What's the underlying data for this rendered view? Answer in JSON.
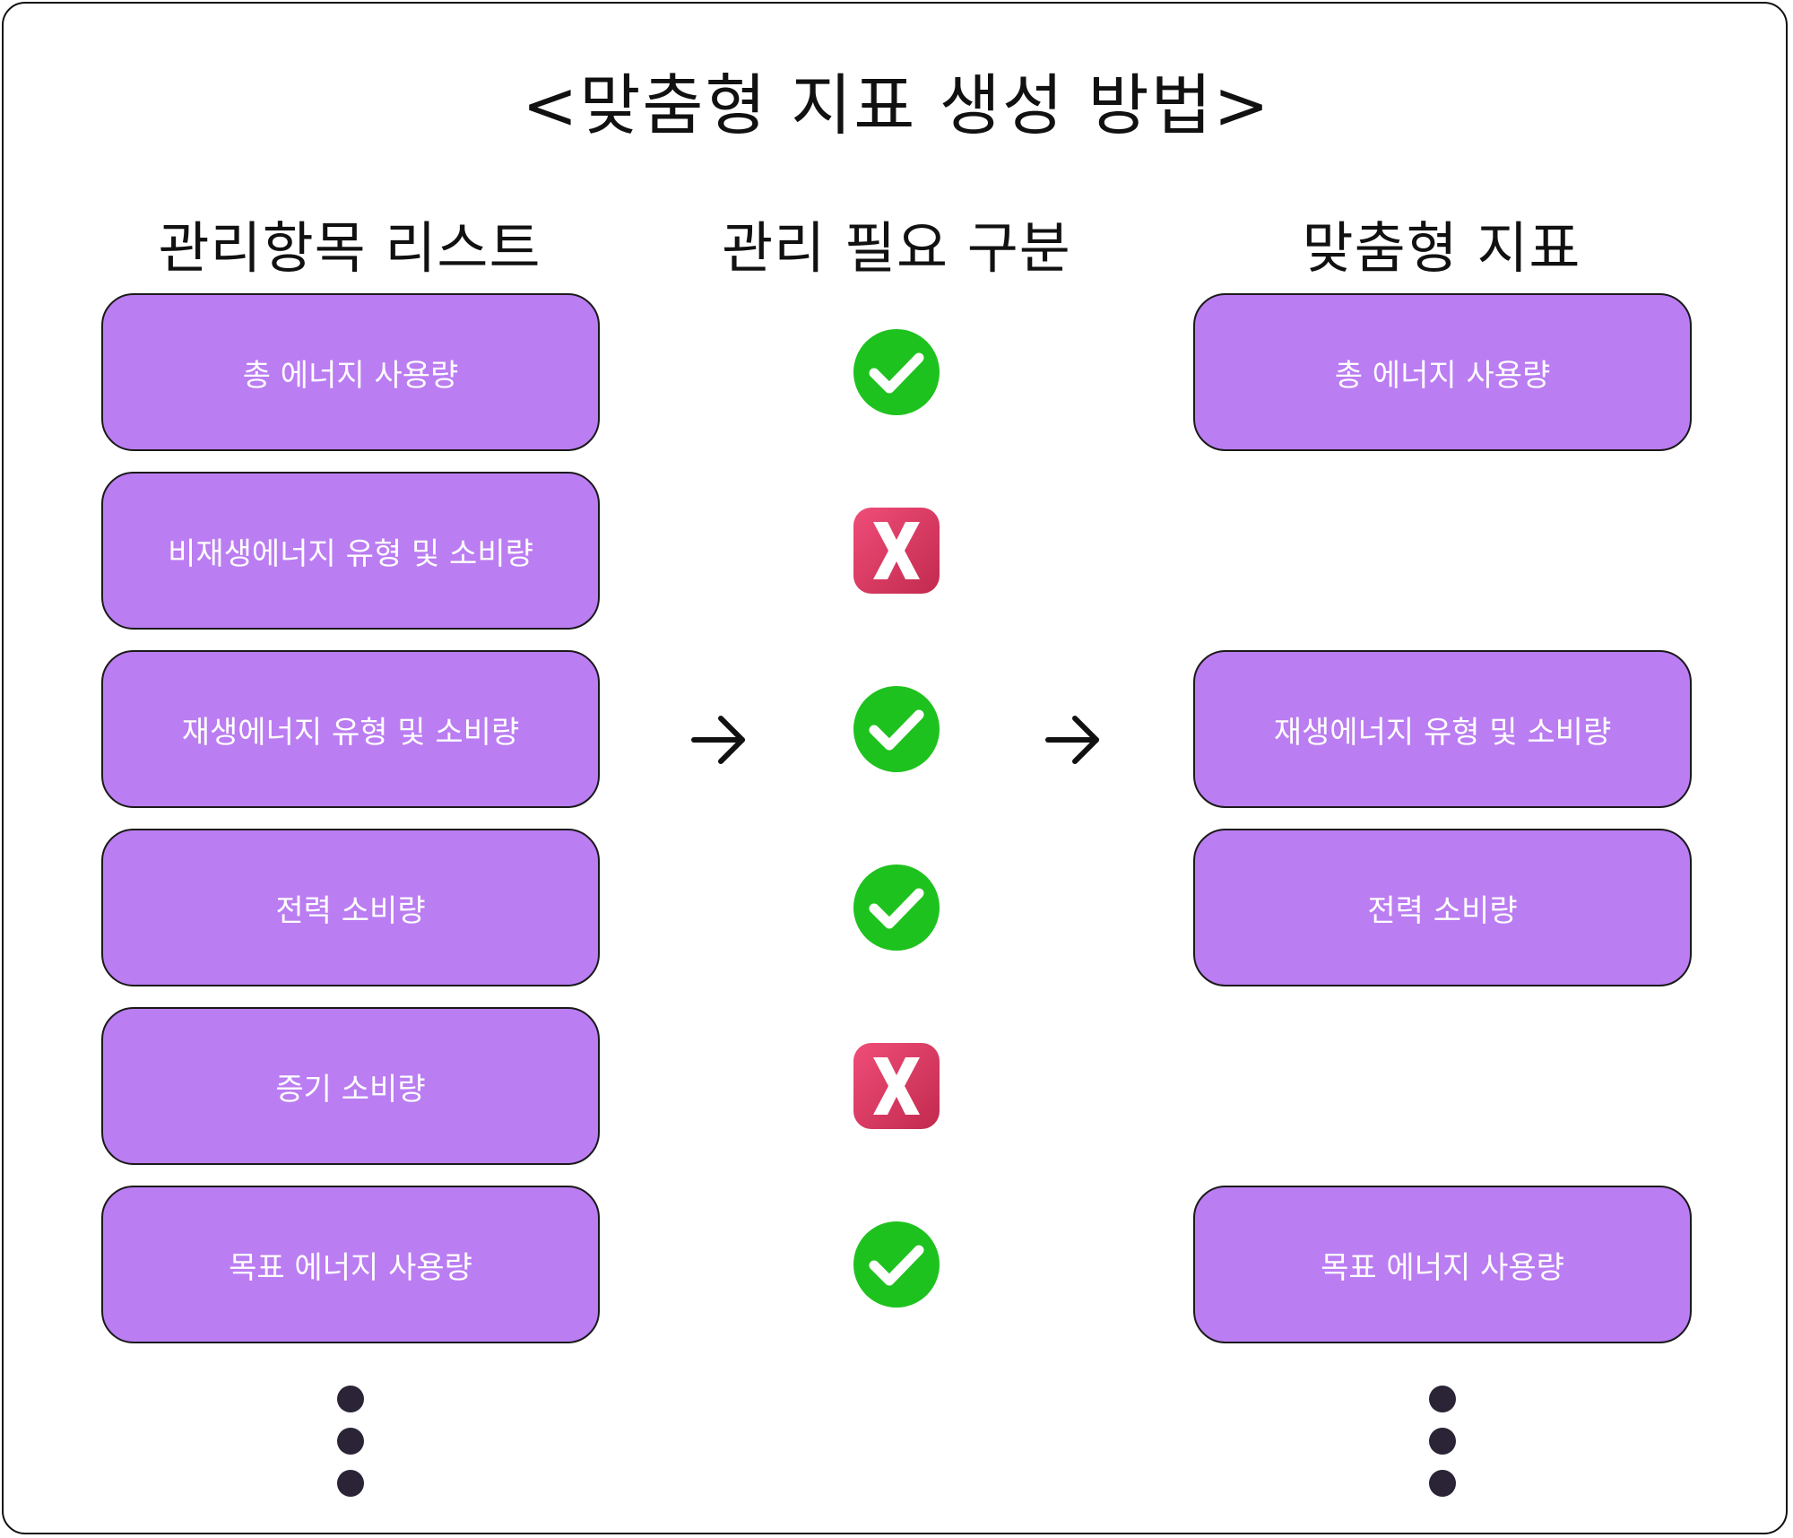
{
  "title": "<맞춤형 지표 생성 방법>",
  "columns": {
    "list_header": "관리항목 리스트",
    "need_header": "관리 필요 구분",
    "custom_header": "맞춤형 지표"
  },
  "items": [
    {
      "label": "총 에너지 사용량",
      "needed": true,
      "result": "총 에너지 사용량"
    },
    {
      "label": "비재생에너지 유형 및 소비량",
      "needed": false,
      "result": ""
    },
    {
      "label": "재생에너지 유형 및 소비량",
      "needed": true,
      "result": "재생에너지 유형 및 소비량"
    },
    {
      "label": "전력 소비량",
      "needed": true,
      "result": "전력 소비량"
    },
    {
      "label": "증기 소비량",
      "needed": false,
      "result": ""
    },
    {
      "label": "목표 에너지 사용량",
      "needed": true,
      "result": "목표 에너지 사용량"
    }
  ],
  "colors": {
    "box_fill": "#bb7df2",
    "check_green": "#1ec21e",
    "cross_red": "#d8335f",
    "dots": "#2a2436",
    "text_dark": "#111111"
  }
}
